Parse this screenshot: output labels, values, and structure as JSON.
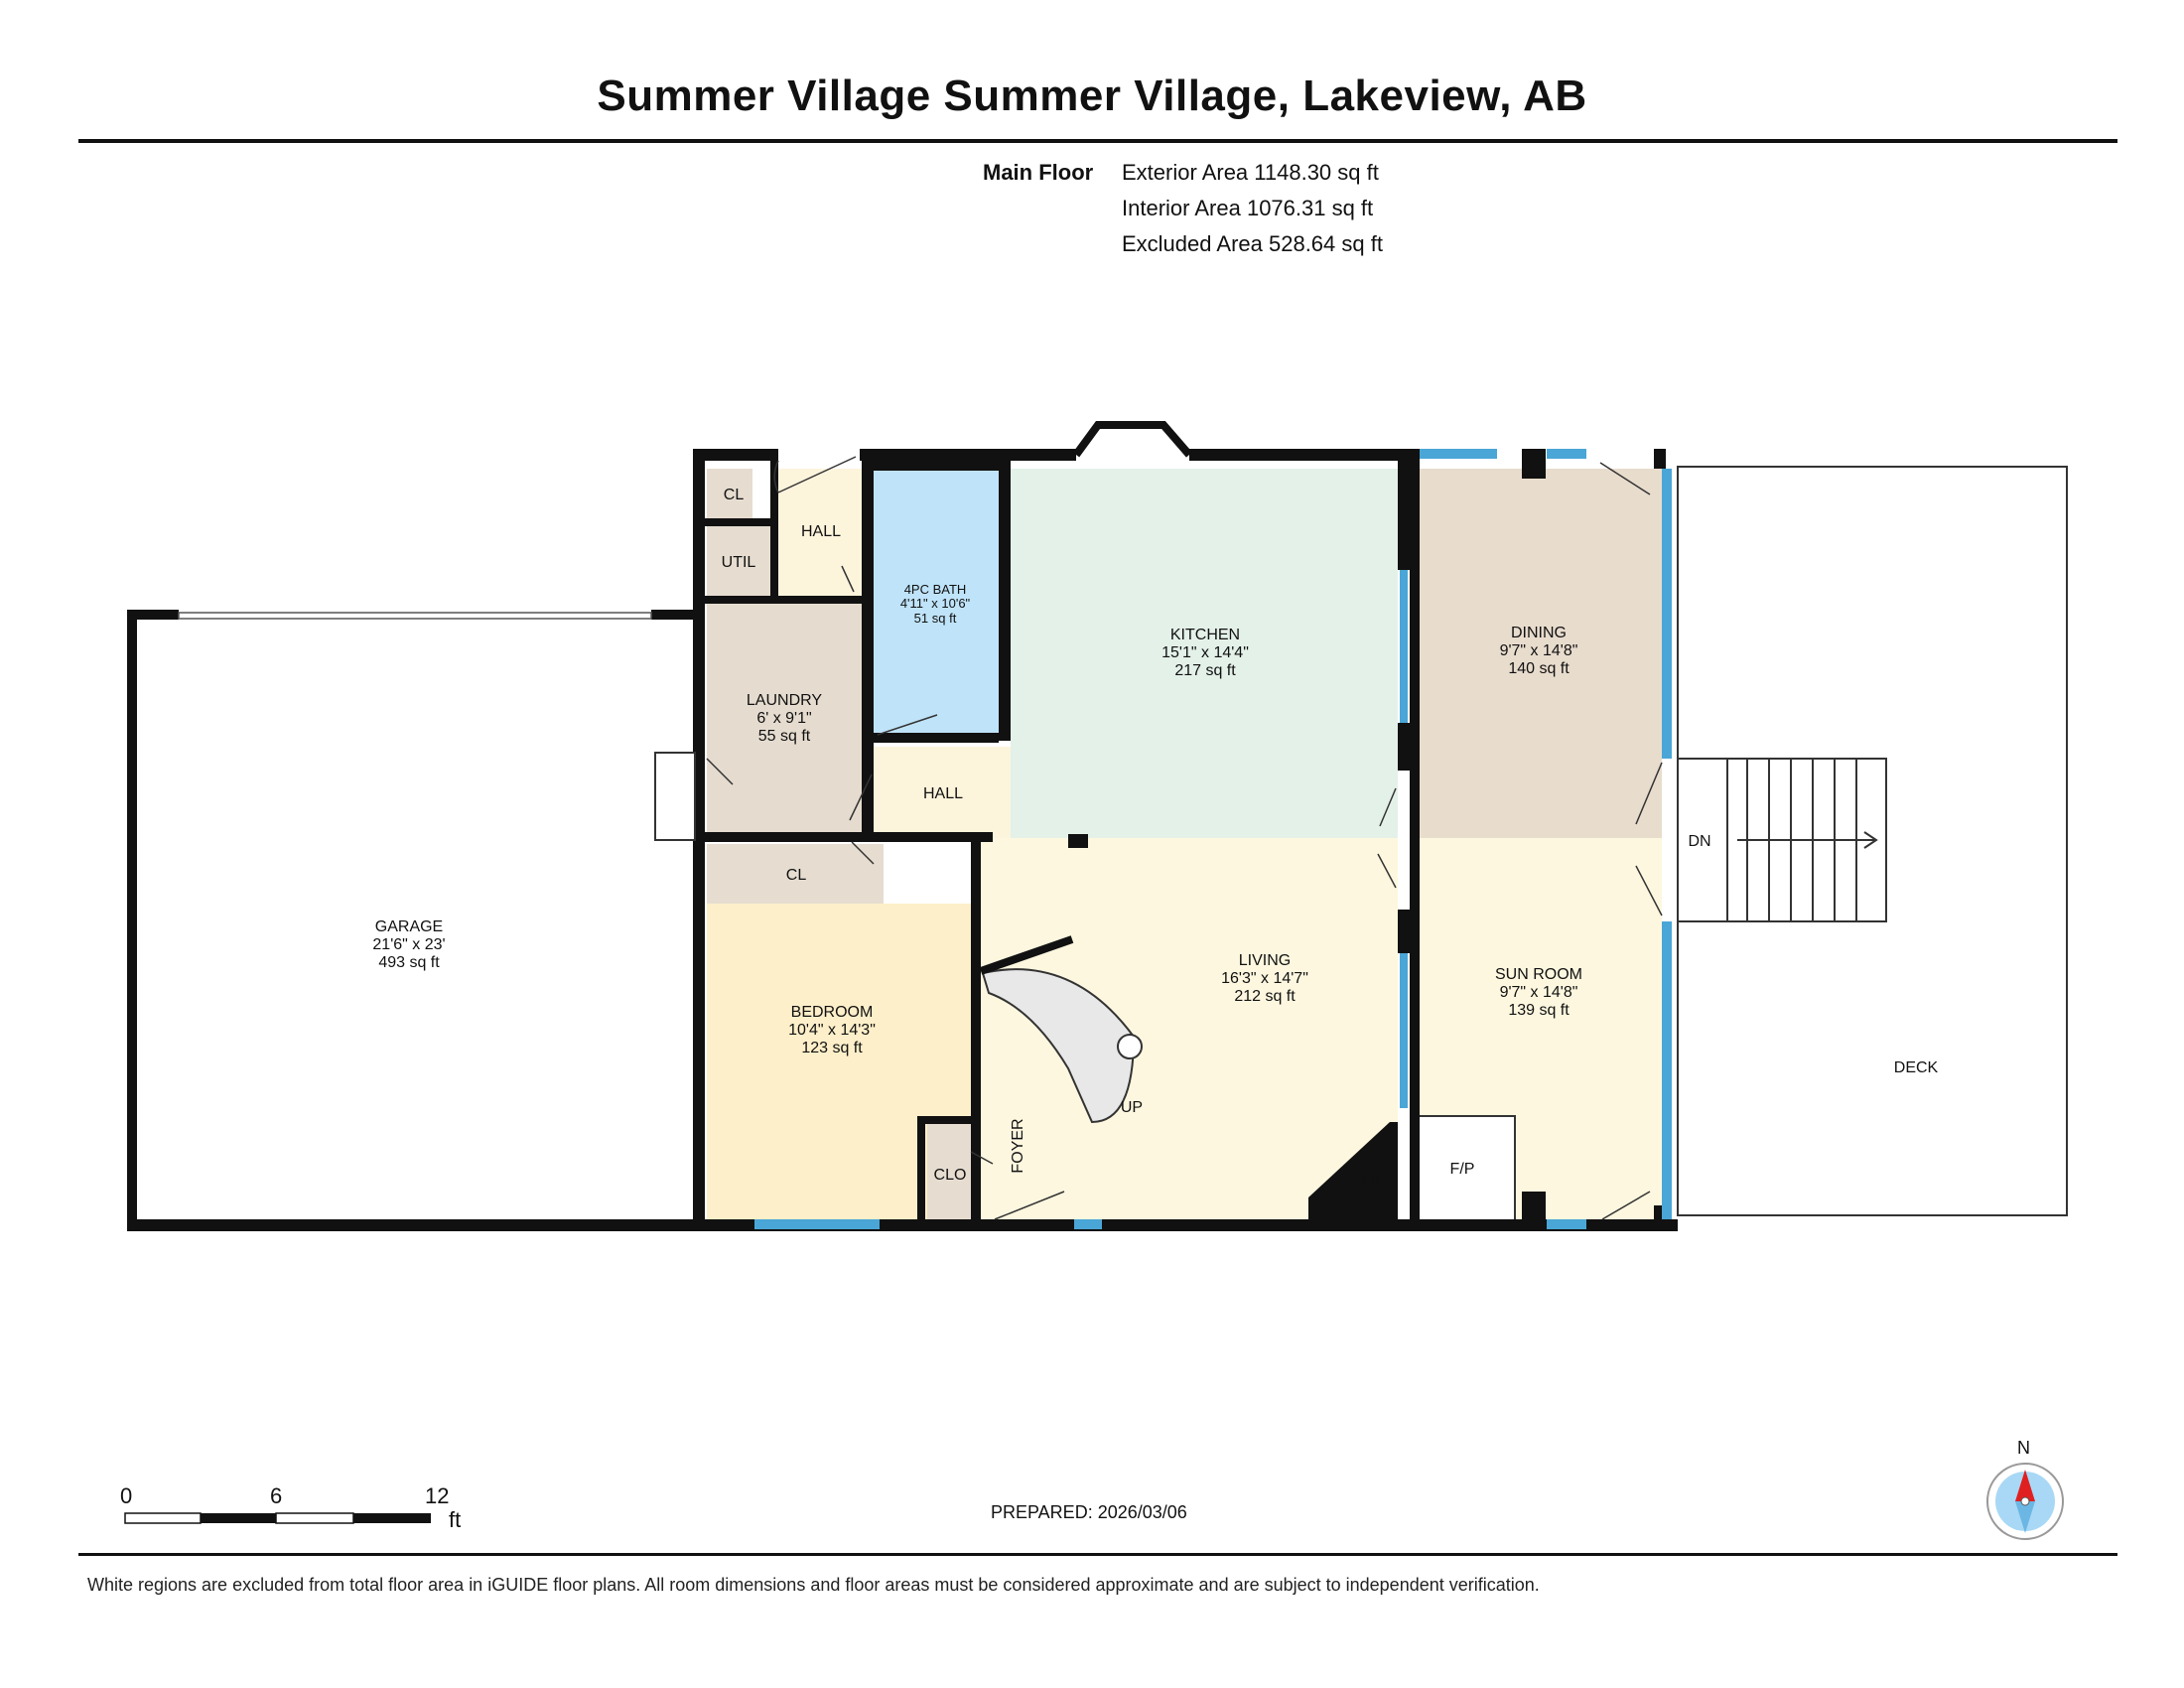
{
  "title": "Summer Village Summer Village, Lakeview, AB",
  "floor": {
    "name": "Main Floor",
    "exterior": "Exterior Area 1148.30 sq ft",
    "interior": "Interior Area 1076.31 sq ft",
    "excluded": "Excluded Area 528.64 sq ft"
  },
  "rooms": {
    "garage": {
      "name": "GARAGE",
      "dims": "21'6\" x 23'",
      "area": "493 sq ft"
    },
    "laundry": {
      "name": "LAUNDRY",
      "dims": "6' x 9'1\"",
      "area": "55 sq ft"
    },
    "bath": {
      "name": "4PC BATH",
      "dims": "4'11\" x 10'6\"",
      "area": "51 sq ft"
    },
    "kitchen": {
      "name": "KITCHEN",
      "dims": "15'1\" x 14'4\"",
      "area": "217 sq ft"
    },
    "dining": {
      "name": "DINING",
      "dims": "9'7\" x 14'8\"",
      "area": "140 sq ft"
    },
    "living": {
      "name": "LIVING",
      "dims": "16'3\" x 14'7\"",
      "area": "212 sq ft"
    },
    "sunroom": {
      "name": "SUN ROOM",
      "dims": "9'7\" x 14'8\"",
      "area": "139 sq ft"
    },
    "bedroom": {
      "name": "BEDROOM",
      "dims": "10'4\" x 14'3\"",
      "area": "123 sq ft"
    },
    "deck": {
      "name": "DECK"
    },
    "hall_top": {
      "name": "HALL"
    },
    "hall_mid": {
      "name": "HALL"
    },
    "cl_top": {
      "name": "CL"
    },
    "util": {
      "name": "UTIL"
    },
    "cl_bed": {
      "name": "CL"
    },
    "clo": {
      "name": "CLO"
    },
    "foyer": {
      "name": "FOYER"
    },
    "fp_living": {
      "name": "F/P"
    },
    "fp_sun": {
      "name": "F/P"
    },
    "stairs_up": {
      "name": "UP"
    },
    "stairs_dn": {
      "name": "DN"
    }
  },
  "scale": {
    "ticks": [
      "0",
      "6",
      "12"
    ],
    "unit": "ft"
  },
  "compass": {
    "label": "N"
  },
  "prepared": "PREPARED: 2026/03/06",
  "disclaimer": "White regions are excluded from total floor area in iGUIDE floor plans. All room dimensions and floor areas must be considered approximate and are subject to independent verification.",
  "colors": {
    "wall": "#111111",
    "window": "#4aa6d6",
    "bath": "#bfe3f9",
    "kitchen": "#e3f1e9",
    "dining": "#e8dccd",
    "living": "#fdf7df",
    "laundry": "#e5dccf",
    "bedroom": "#fdefc9",
    "closet": "#e6ddd0",
    "hall": "#fdf4dc"
  }
}
